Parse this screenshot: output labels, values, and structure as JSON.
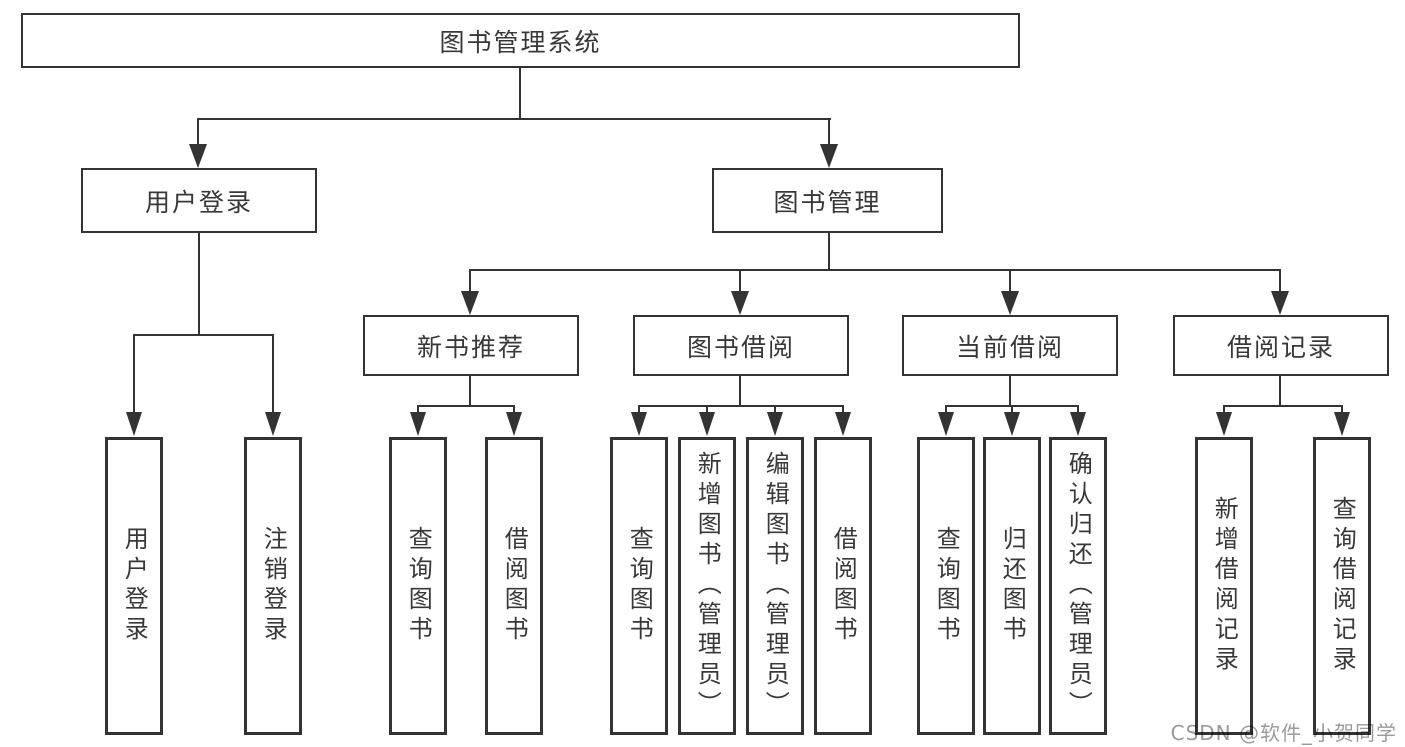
{
  "diagram": {
    "type": "hierarchy",
    "root": {
      "label": "图书管理系统"
    },
    "branches": [
      {
        "label": "用户登录",
        "children": [
          {
            "label": "用户登录"
          },
          {
            "label": "注销登录"
          }
        ]
      },
      {
        "label": "图书管理",
        "children": [
          {
            "label": "新书推荐",
            "children": [
              {
                "label": "查询图书"
              },
              {
                "label": "借阅图书"
              }
            ]
          },
          {
            "label": "图书借阅",
            "children": [
              {
                "label": "查询图书"
              },
              {
                "label": "新增图书（管理员）"
              },
              {
                "label": "编辑图书（管理员）"
              },
              {
                "label": "借阅图书"
              }
            ]
          },
          {
            "label": "当前借阅",
            "children": [
              {
                "label": "查询图书"
              },
              {
                "label": "归还图书"
              },
              {
                "label": "确认归还（管理员）"
              }
            ]
          },
          {
            "label": "借阅记录",
            "children": [
              {
                "label": "新增借阅记录"
              },
              {
                "label": "查询借阅记录"
              }
            ]
          }
        ]
      }
    ]
  },
  "watermark": {
    "text": "CSDN @软件_小贺同学"
  },
  "colors": {
    "line": "#333333",
    "text": "#383838",
    "box_fill": "#ffffff",
    "background": "#ffffff",
    "watermark": "#9b9b9b"
  }
}
